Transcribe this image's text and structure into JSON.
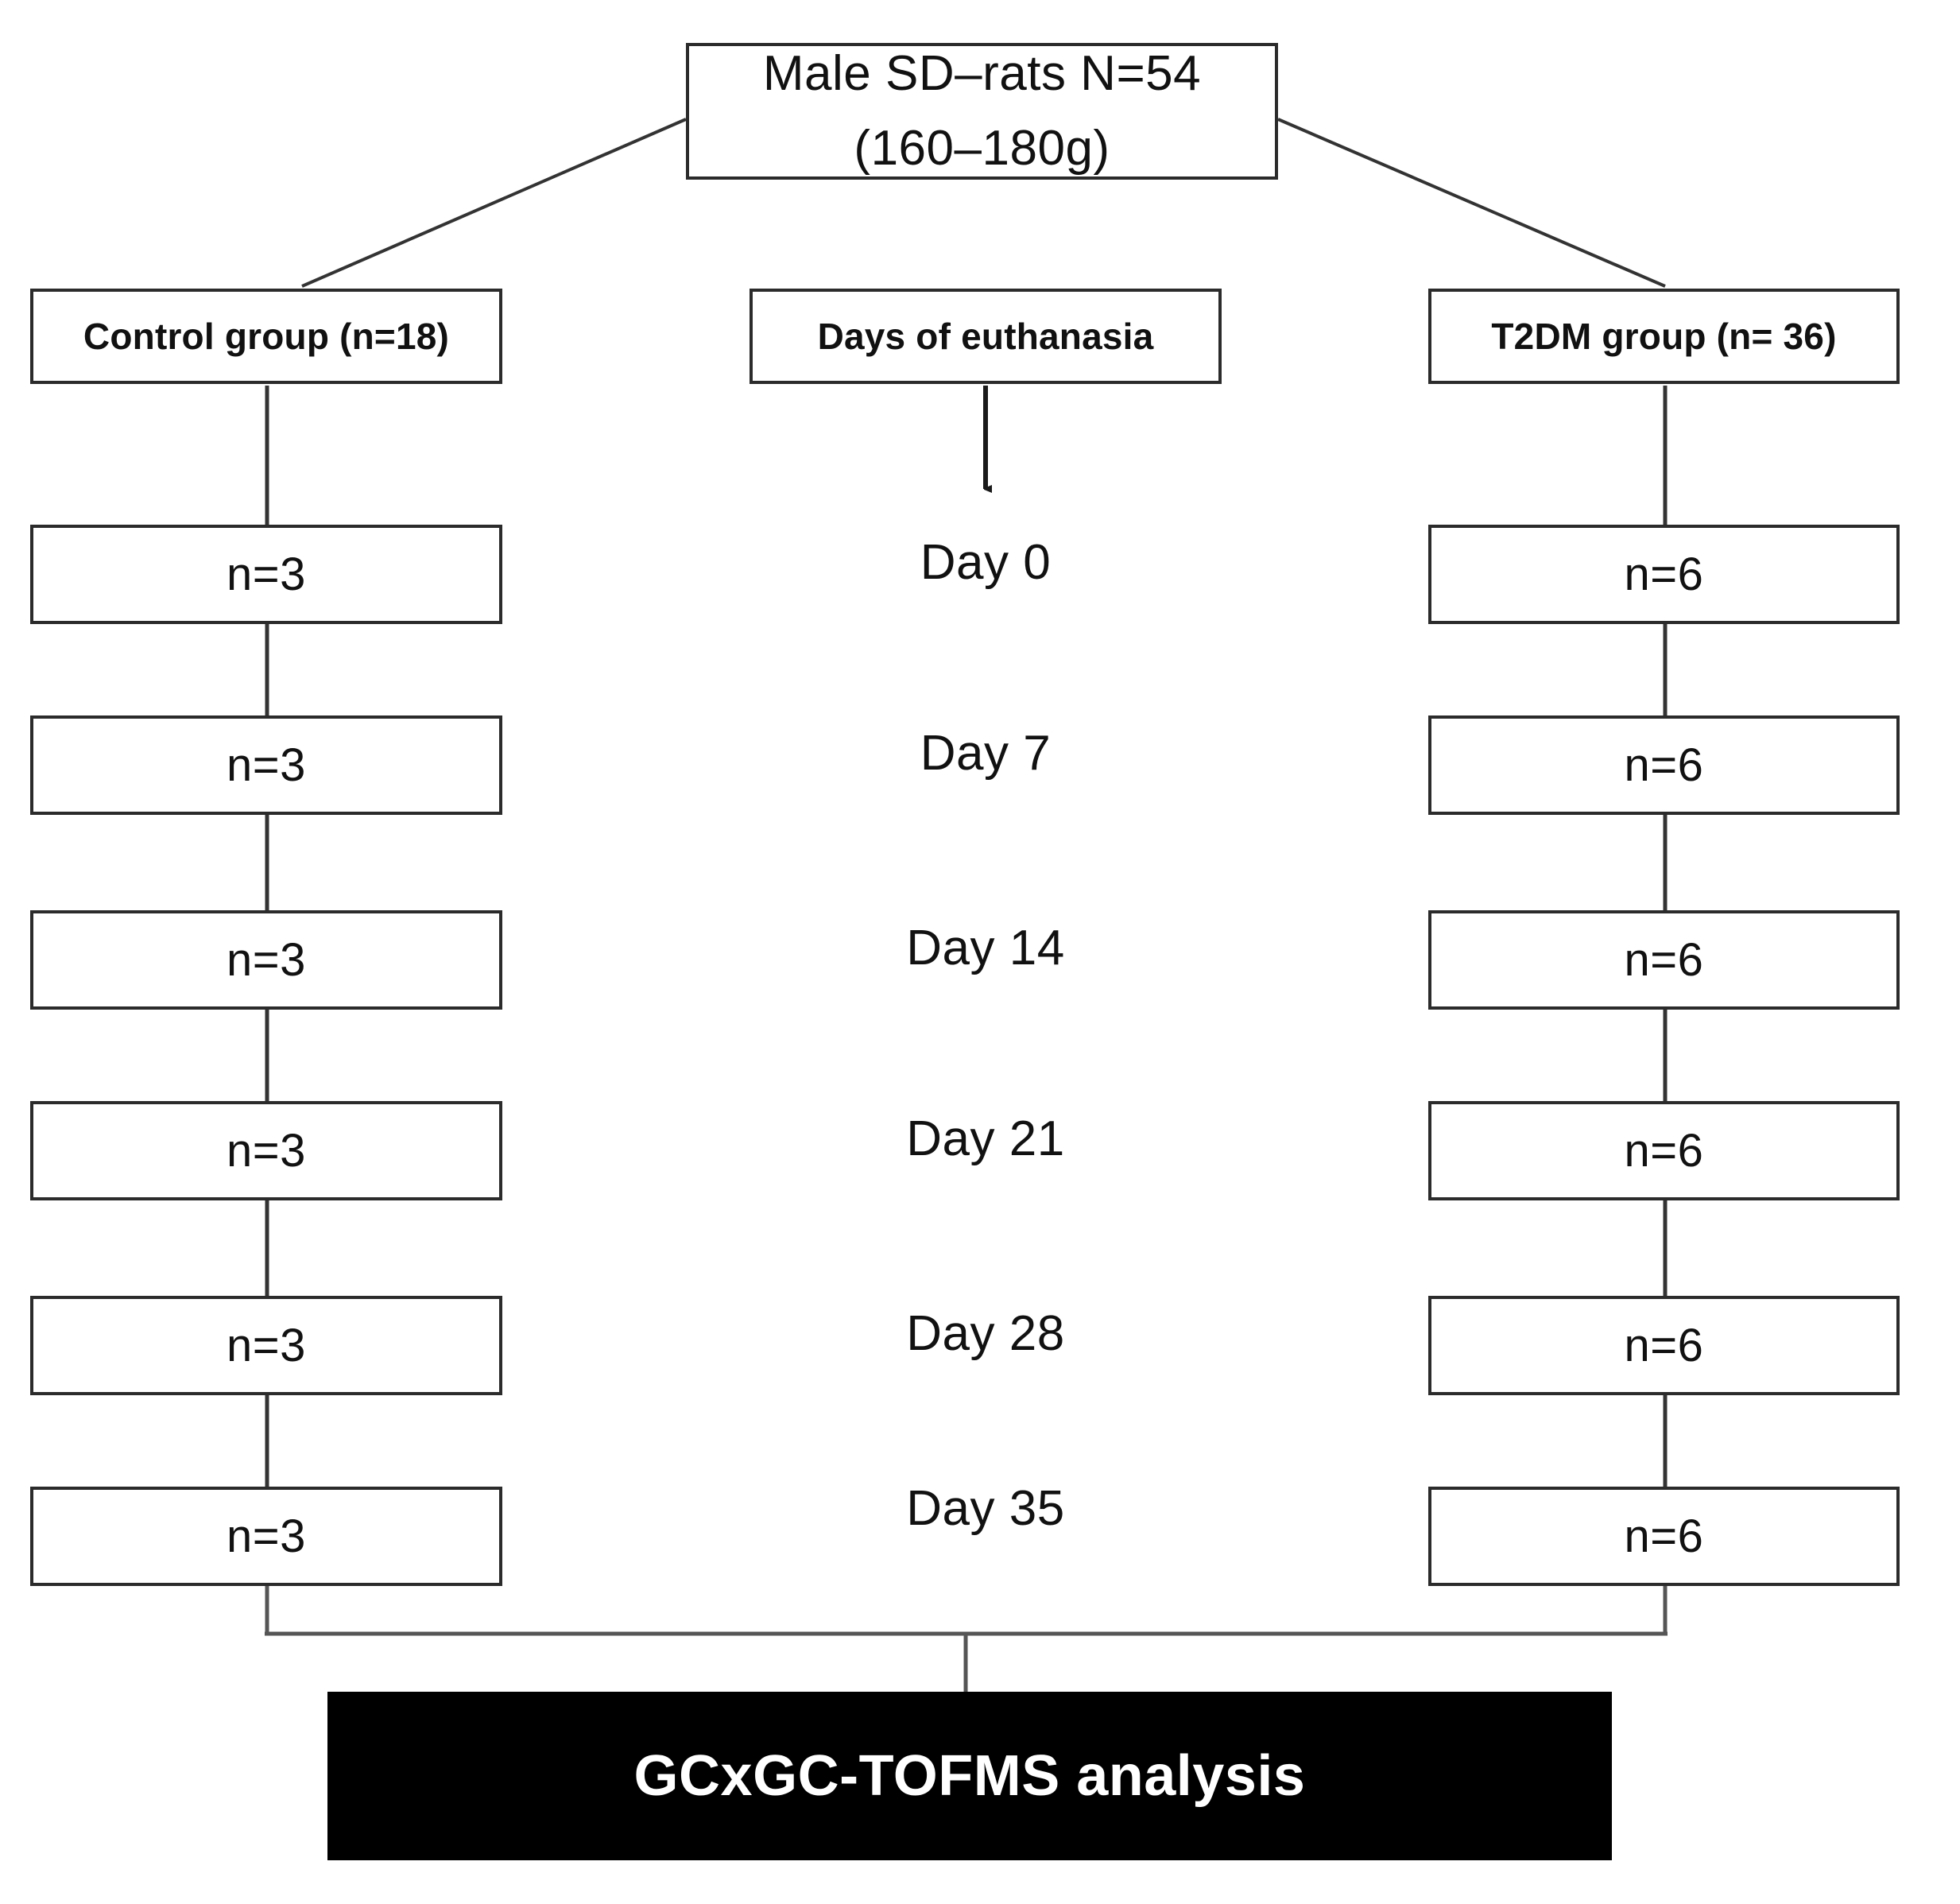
{
  "diagram": {
    "title_box": {
      "line1": "Male SD–rats N=54",
      "line2": "(160–180g)"
    },
    "columns": {
      "left_header": "Control group (n=18)",
      "middle_header": "Days of euthanasia",
      "right_header": "T2DM group (n= 36)"
    },
    "rows": [
      {
        "day": "Day 0",
        "control": "n=3",
        "t2dm": "n=6"
      },
      {
        "day": "Day 7",
        "control": "n=3",
        "t2dm": "n=6"
      },
      {
        "day": "Day 14",
        "control": "n=3",
        "t2dm": "n=6"
      },
      {
        "day": "Day 21",
        "control": "n=3",
        "t2dm": "n=6"
      },
      {
        "day": "Day 28",
        "control": "n=3",
        "t2dm": "n=6"
      },
      {
        "day": "Day 35",
        "control": "n=3",
        "t2dm": "n=6"
      }
    ],
    "final_box": "GCxGC-TOFMS analysis",
    "colors": {
      "box_border": "#2b2b2b",
      "box_fill": "#ffffff",
      "text": "#111111",
      "final_fill": "#000000",
      "final_text": "#ffffff",
      "connector": "#333333"
    }
  }
}
